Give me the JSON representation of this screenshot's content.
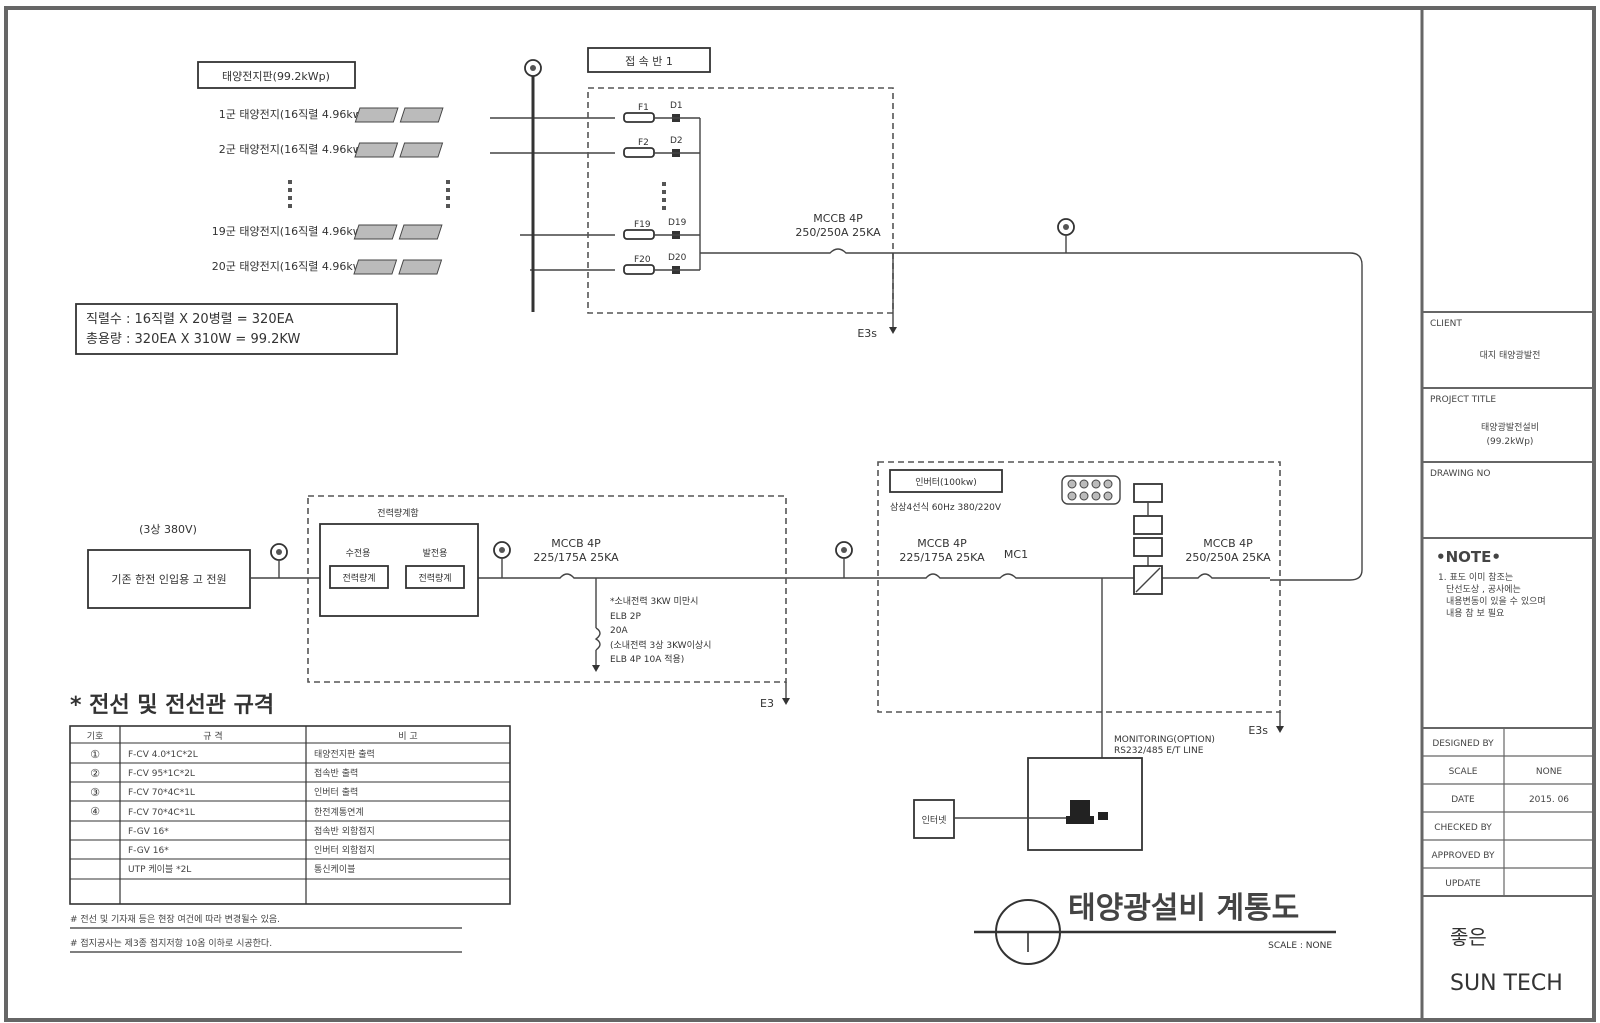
{
  "drawing": {
    "title": "태양광설비 계통도",
    "scale": "SCALE : NONE",
    "cable_spec_title": "* 전선 및 전선관 규격",
    "notes": [
      "# 전선 및 기자재 등은 현장 여건에 따라 변경될수 있음.",
      "# 접지공사는 제3종 접지저항 10옴 이하로 시공한다."
    ]
  },
  "pv_array": {
    "header": "태양전지판(99.2kWp)",
    "strings": [
      {
        "id": "s1",
        "label": "1군 태양전지(16직렬 4.96kw)"
      },
      {
        "id": "s2",
        "label": "2군 태양전지(16직렬 4.96kw)"
      },
      {
        "id": "s19",
        "label": "19군 태양전지(16직렬 4.96kw)"
      },
      {
        "id": "s20",
        "label": "20군 태양전지(16직렬 4.96kw)"
      }
    ],
    "summary_line1": "직렬수 : 16직렬 X 20병렬 = 320EA",
    "summary_line2": "총용량 : 320EA X 310W = 99.2KW"
  },
  "junction_box": {
    "title": "접 속 반 1",
    "fuse_labels": [
      "F1",
      "F2",
      "F19",
      "F20"
    ],
    "diode_labels": [
      "D1",
      "D2",
      "D19",
      "D20"
    ],
    "breaker_line1": "MCCB 4P",
    "breaker_line2": "250/250A 25KA",
    "ground": "E3s"
  },
  "grid_side": {
    "voltage": "(3상 380V)",
    "utility": "기존 한전 인입용 고 전원",
    "meter_panel_title": "전력량계함",
    "meter1_top": "수전용",
    "meter1_box": "전력량계",
    "meter2_top": "발전용",
    "meter2_box": "전력량계",
    "breaker_line1": "MCCB 4P",
    "breaker_line2": "225/175A 25KA",
    "aux_text": [
      "*소내전력 3KW 미만시",
      "ELB 2P",
      "20A",
      "(소내전력 3상 3KW이상시",
      "ELB 4P 10A 적용)"
    ],
    "ground": "E3"
  },
  "inverter_panel": {
    "title": "인버터(100kw)",
    "spec": "삼상4선식 60Hz 380/220V",
    "breaker1_line1": "MCCB 4P",
    "breaker1_line2": "225/175A 25KA",
    "mc_label": "MC1",
    "breaker2_line1": "MCCB 4P",
    "breaker2_line2": "250/250A 25KA",
    "ground": "E3s"
  },
  "monitoring": {
    "label": "MONITORING(OPTION)",
    "sublabel": "RS232/485 E/T LINE",
    "device": "인터넷"
  },
  "cable_table": {
    "headers": [
      "기호",
      "규 격",
      "비 고"
    ],
    "rows": [
      {
        "sym": "①",
        "spec": "F-CV 4.0*1C*2L",
        "note": "태양전지판 출력"
      },
      {
        "sym": "②",
        "spec": "F-CV 95*1C*2L",
        "note": "접속반 출력"
      },
      {
        "sym": "③",
        "spec": "F-CV 70*4C*1L",
        "note": "인버터 출력"
      },
      {
        "sym": "④",
        "spec": "F-CV 70*4C*1L",
        "note": "한전계통연계"
      },
      {
        "sym": "",
        "spec": "F-GV 16*",
        "note": "접속반 외함접지"
      },
      {
        "sym": "",
        "spec": "F-GV 16*",
        "note": "인버터 외함접지"
      },
      {
        "sym": "",
        "spec": "UTP 케이블 *2L",
        "note": "통신케이블"
      },
      {
        "sym": "",
        "spec": "",
        "note": ""
      }
    ]
  },
  "title_block": {
    "client_label": "CLIENT",
    "client_value": "대지 태양광발전",
    "project_label": "PROJECT TITLE",
    "project_value_1": "태양광발전설비",
    "project_value_2": "(99.2kWp)",
    "drawing_no_label": "DRAWING NO",
    "note_title": "•NOTE•",
    "note_lines": [
      "1. 표도 이미 참조는",
      "단선도상 , 공사에는",
      "내용변동이 있을 수 있으며",
      "내용 참 보 필요"
    ],
    "rows": [
      {
        "label": "DESIGNED BY",
        "value": ""
      },
      {
        "label": "SCALE",
        "value": "NONE"
      },
      {
        "label": "DATE",
        "value": "2015. 06"
      },
      {
        "label": "CHECKED BY",
        "value": ""
      },
      {
        "label": "APPROVED BY",
        "value": ""
      },
      {
        "label": "UPDATE",
        "value": ""
      }
    ],
    "company_1": "좋은",
    "company_2": "SUN TECH"
  }
}
